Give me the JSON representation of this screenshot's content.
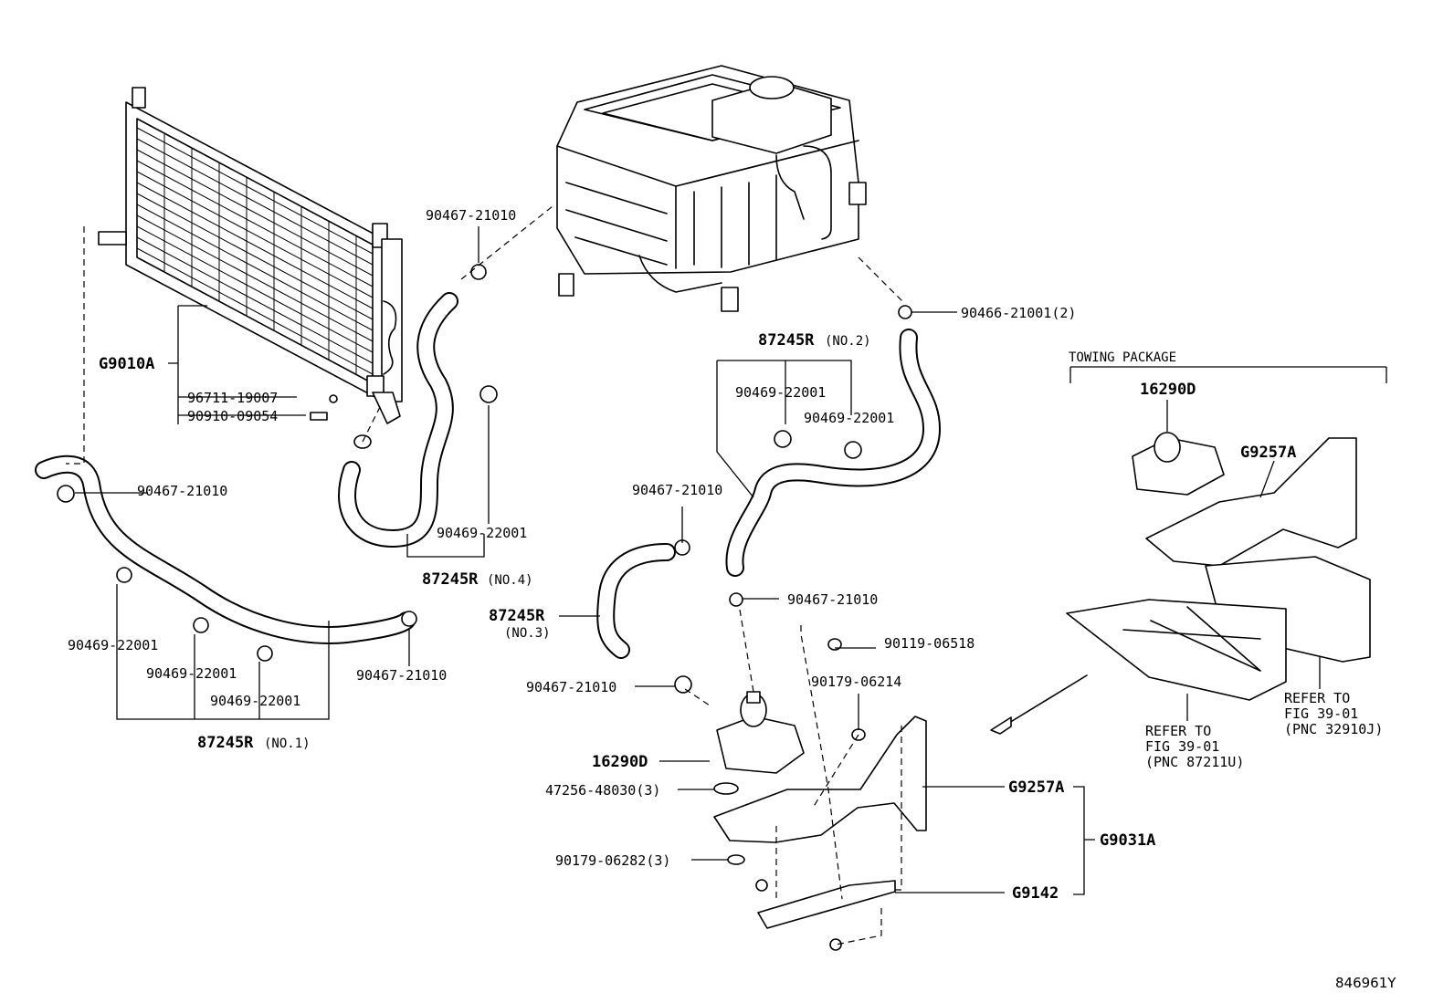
{
  "labels": {
    "p_90467_21010_a": "90467-21010",
    "p_g9010a": "G9010A",
    "p_96711_19007": "96711-19007",
    "p_90910_09054": "90910-09054",
    "p_90467_21010_b": "90467-21010",
    "p_90469_22001_a": "90469-22001",
    "p_87245r_no4_code": "87245R",
    "p_87245r_no4_suffix": "(NO.4)",
    "p_90469_22001_b": "90469-22001",
    "p_90469_22001_c": "90469-22001",
    "p_90469_22001_d": "90469-22001",
    "p_90467_21010_c": "90467-21010",
    "p_87245r_no1_code": "87245R",
    "p_87245r_no1_suffix": "(NO.1)",
    "p_90466_21001": "90466-21001(2)",
    "p_87245r_no2_code": "87245R",
    "p_87245r_no2_suffix": "(NO.2)",
    "p_90469_22001_e": "90469-22001",
    "p_90469_22001_f": "90469-22001",
    "p_90467_21010_d": "90467-21010",
    "p_87245r_no3_code": "87245R",
    "p_87245r_no3_suffix": "(NO.3)",
    "p_90467_21010_e": "90467-21010",
    "p_90467_21010_f": "90467-21010",
    "p_90119_06518": "90119-06518",
    "p_90179_06214": "90179-06214",
    "p_16290d_main": "16290D",
    "p_47256_48030": "47256-48030(3)",
    "p_90179_06282": "90179-06282(3)",
    "p_g9257a_main": "G9257A",
    "p_g9031a": "G9031A",
    "p_g9142": "G9142",
    "towing_package": "TOWING PACKAGE",
    "p_16290d_tow": "16290D",
    "p_g9257a_tow": "G9257A",
    "refer_1_line1": "REFER TO",
    "refer_1_line2": "FIG 39-01",
    "refer_1_line3": "(PNC 87211U)",
    "refer_2_line1": "REFER TO",
    "refer_2_line2": "FIG 39-01",
    "refer_2_line3": "(PNC 32910J)",
    "diagram_id": "846961Y"
  }
}
